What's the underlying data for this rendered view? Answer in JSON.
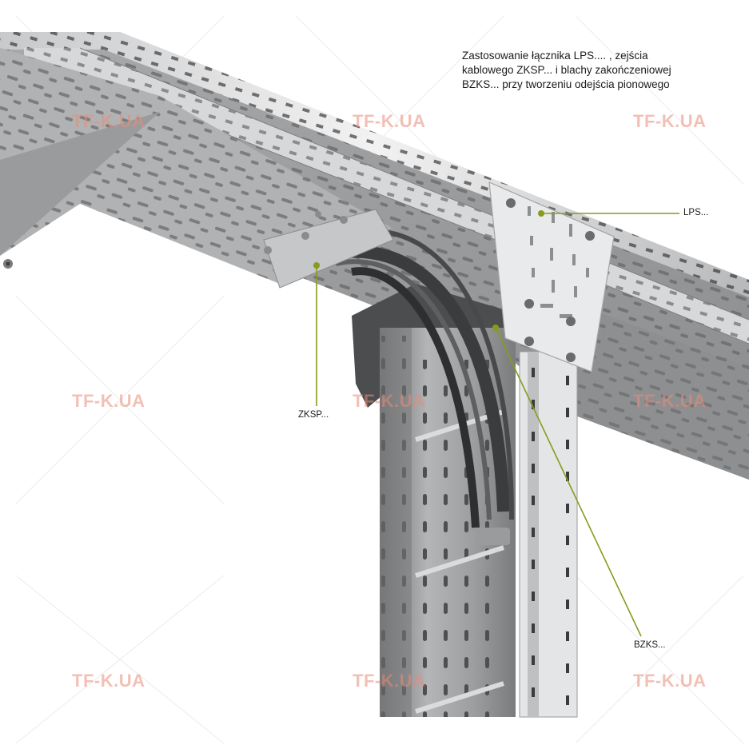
{
  "description_lines": [
    "Zastosowanie łącznika LPS.... , zejścia",
    "kablowego ZKSP... i blachy zakończeniowej",
    "BZKS... przy tworzeniu odejścia pionowego"
  ],
  "callouts": {
    "lps": "LPS...",
    "zksp": "ZKSP...",
    "bzks": "BZKS..."
  },
  "watermark": "TF-K.UA",
  "colors": {
    "leader_line": "#8a9a1e",
    "metal_light": "#c9cacc",
    "metal_mid": "#9a9b9d",
    "metal_dark": "#5b5c5e",
    "watermark": "#e88c78"
  }
}
